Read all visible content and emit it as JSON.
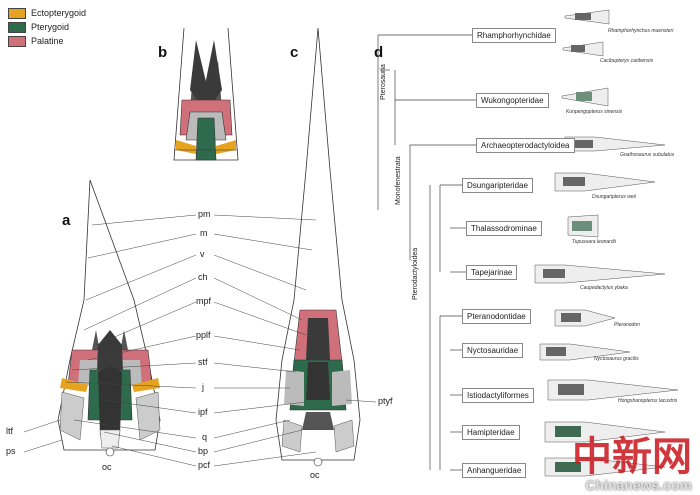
{
  "legend": [
    {
      "label": "Ectopterygoid",
      "color": "#e6a320"
    },
    {
      "label": "Pterygoid",
      "color": "#2e6b4d"
    },
    {
      "label": "Palatine",
      "color": "#d0707a"
    }
  ],
  "panels": {
    "a": "a",
    "b": "b",
    "c": "c",
    "d": "d"
  },
  "labels_center": [
    "pm",
    "m",
    "v",
    "ch",
    "mpf",
    "pplf",
    "stf",
    "j",
    "ipf",
    "q",
    "bp",
    "pcf"
  ],
  "labels_side": {
    "ltf": "ltf",
    "ps": "ps",
    "oc_a": "oc",
    "oc_c": "oc",
    "ptyf": "ptyf"
  },
  "clade_labels": {
    "pterosauria": "Pterosauria",
    "monofenestrata": "Monofenestrata",
    "pterodactyloidea": "Pterodactyloidea"
  },
  "taxa": [
    {
      "name": "Rhamphorhynchidae",
      "species": [
        "Rhamphorhynchus muensteri",
        "Cacibupteryx caribensis"
      ]
    },
    {
      "name": "Wukongopteridae",
      "species": [
        "Kunpengopterus sinensis"
      ]
    },
    {
      "name": "Archaeopterodactyloidea",
      "species": [
        "Gnathosaurus subulatus"
      ]
    },
    {
      "name": "Dsungaripteridae",
      "species": [
        "Dsungaripterus weii"
      ]
    },
    {
      "name": "Thalassodrominae",
      "species": [
        "Tupuxuara leonardii"
      ]
    },
    {
      "name": "Tapejarinae",
      "species": [
        "Caupedactylus ybaka"
      ]
    },
    {
      "name": "Pteranodontidae",
      "species": [
        "Pteranodon"
      ]
    },
    {
      "name": "Nyctosauridae",
      "species": [
        "Nyctosaurus gracilis"
      ]
    },
    {
      "name": "Istiodactyliformes",
      "species": [
        "Hongshanopterus lacustris"
      ]
    },
    {
      "name": "Hamipteridae",
      "species": []
    },
    {
      "name": "Anhangueridae",
      "species": []
    }
  ],
  "watermark": {
    "cn": "中新网",
    "en": "Chinanews.com"
  }
}
